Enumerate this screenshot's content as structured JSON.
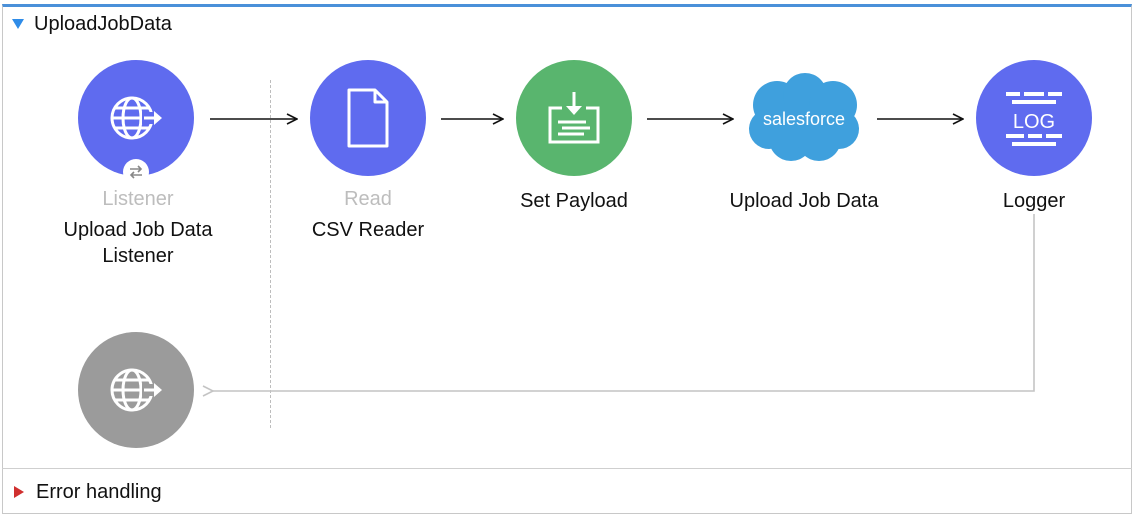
{
  "flow": {
    "title": "UploadJobData",
    "error_handling": "Error handling"
  },
  "nodes": [
    {
      "id": "listener",
      "type_label": "Listener",
      "name": "Upload Job Data Listener",
      "icon": "globe-arrow-icon",
      "color": "#5f6bef"
    },
    {
      "id": "read",
      "type_label": "Read",
      "name": "CSV Reader",
      "icon": "file-icon",
      "color": "#5f6bef"
    },
    {
      "id": "set-payload",
      "type_label": "",
      "name": "Set Payload",
      "icon": "set-payload-icon",
      "color": "#59b56e"
    },
    {
      "id": "salesforce",
      "type_label": "",
      "name": "Upload Job Data",
      "icon": "salesforce-cloud-icon",
      "logo_text": "salesforce",
      "color": "#3fa0dd"
    },
    {
      "id": "logger",
      "type_label": "",
      "name": "Logger",
      "icon": "log-icon",
      "logo_text": "LOG",
      "color": "#5f6bef"
    }
  ],
  "response_node": {
    "icon": "globe-arrow-icon",
    "color": "#9b9b9b"
  },
  "colors": {
    "flow_accent": "#2f8ce8",
    "error_accent": "#d0302f"
  }
}
